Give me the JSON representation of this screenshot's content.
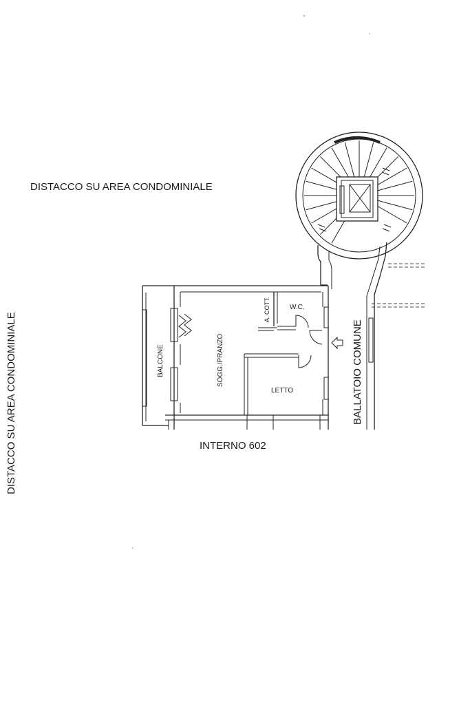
{
  "labels": {
    "top_note": "DISTACCO SU AREA CONDOMINIALE",
    "side_note": "DISTACCO SU AREA CONDOMINIALE",
    "unit_name": "INTERNO 602",
    "corridor": "BALLATOIO COMUNE",
    "rooms": {
      "balcone": "BALCONE",
      "soggiorno": "SOGG./PRANZO",
      "cottura": "A. COTT.",
      "wc": "W.C.",
      "letto": "LETTO"
    }
  },
  "colors": {
    "line": "#222222",
    "text": "#1a1a1a",
    "background": "#ffffff"
  }
}
